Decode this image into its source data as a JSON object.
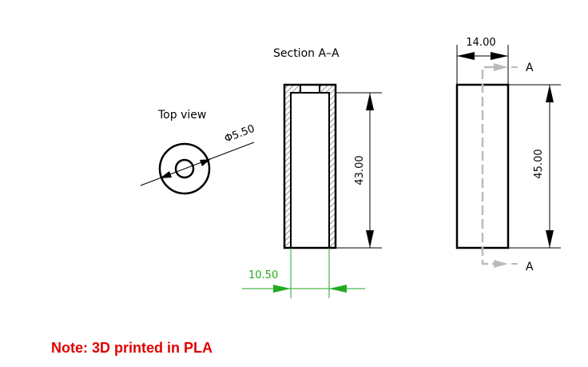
{
  "labels": {
    "top_view": "Top view",
    "section": "Section A–A",
    "section_marker_top": "A",
    "section_marker_bottom": "A"
  },
  "dimensions": {
    "diameter": "Φ5.50",
    "inner_height": "43.00",
    "outer_height": "45.00",
    "width": "14.00",
    "inner_width": "10.50"
  },
  "note": "Note: 3D printed in PLA",
  "colors": {
    "line": "#000000",
    "green_dimension": "#22aa22",
    "section_line": "#bbbbbb",
    "note": "#e00000"
  }
}
